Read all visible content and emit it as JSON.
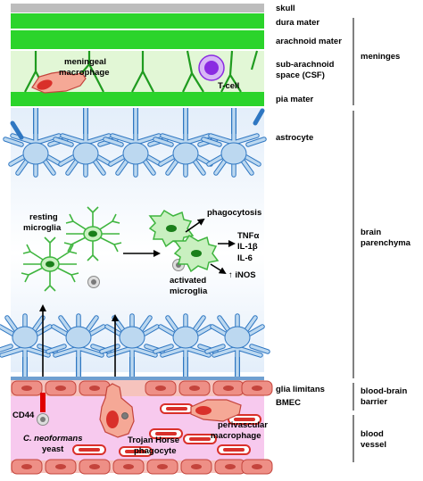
{
  "colors": {
    "skull": "#bdbdbd",
    "meninges_green": "#2bd42b",
    "csf_fill": "#e2f7d6",
    "parenchyma_top": "#e6f1fb",
    "cell_blue": "#bcd8f0",
    "cell_blue_edge": "#2f77c2",
    "microglia_green": "#3fb53f",
    "microglia_nucleus": "#1a7f1a",
    "endothelium": "#ee8f86",
    "blood": "#f7c9ee",
    "rbc_red": "#d9302a",
    "macrophage": "#f5a896",
    "tcell_purple": "#8a2be2"
  },
  "labels": {
    "skull": "skull",
    "dura": "dura mater",
    "arachnoid": "arachnoid mater",
    "subarachnoid_1": "sub-arachnoid",
    "subarachnoid_2": "space (CSF)",
    "pia": "pia mater",
    "astrocyte": "astrocyte",
    "resting_1": "resting",
    "resting_2": "microglia",
    "activated_1": "activated",
    "activated_2": "microglia",
    "phagocytosis": "phagocytosis",
    "tnf": "TNFα",
    "il1": "IL-1β",
    "il6": "IL-6",
    "inos": "↑ iNOS",
    "glia_limitans": "glia limitans",
    "bmec": "BMEC",
    "cd44": "CD44",
    "yeast_1": "C. neoformans",
    "yeast_2": "yeast",
    "trojan_1": "Trojan Horse",
    "trojan_2": "phagocyte",
    "perivascular_1": "perivascular",
    "perivascular_2": "macrophage",
    "meningeal_1": "meningeal",
    "meningeal_2": "macrophage",
    "tcell": "T-cell"
  },
  "sections": {
    "meninges": "meninges",
    "brain_1": "brain",
    "brain_2": "parenchyma",
    "bbb_1": "blood-brain",
    "bbb_2": "barrier",
    "vessel_1": "blood",
    "vessel_2": "vessel"
  }
}
